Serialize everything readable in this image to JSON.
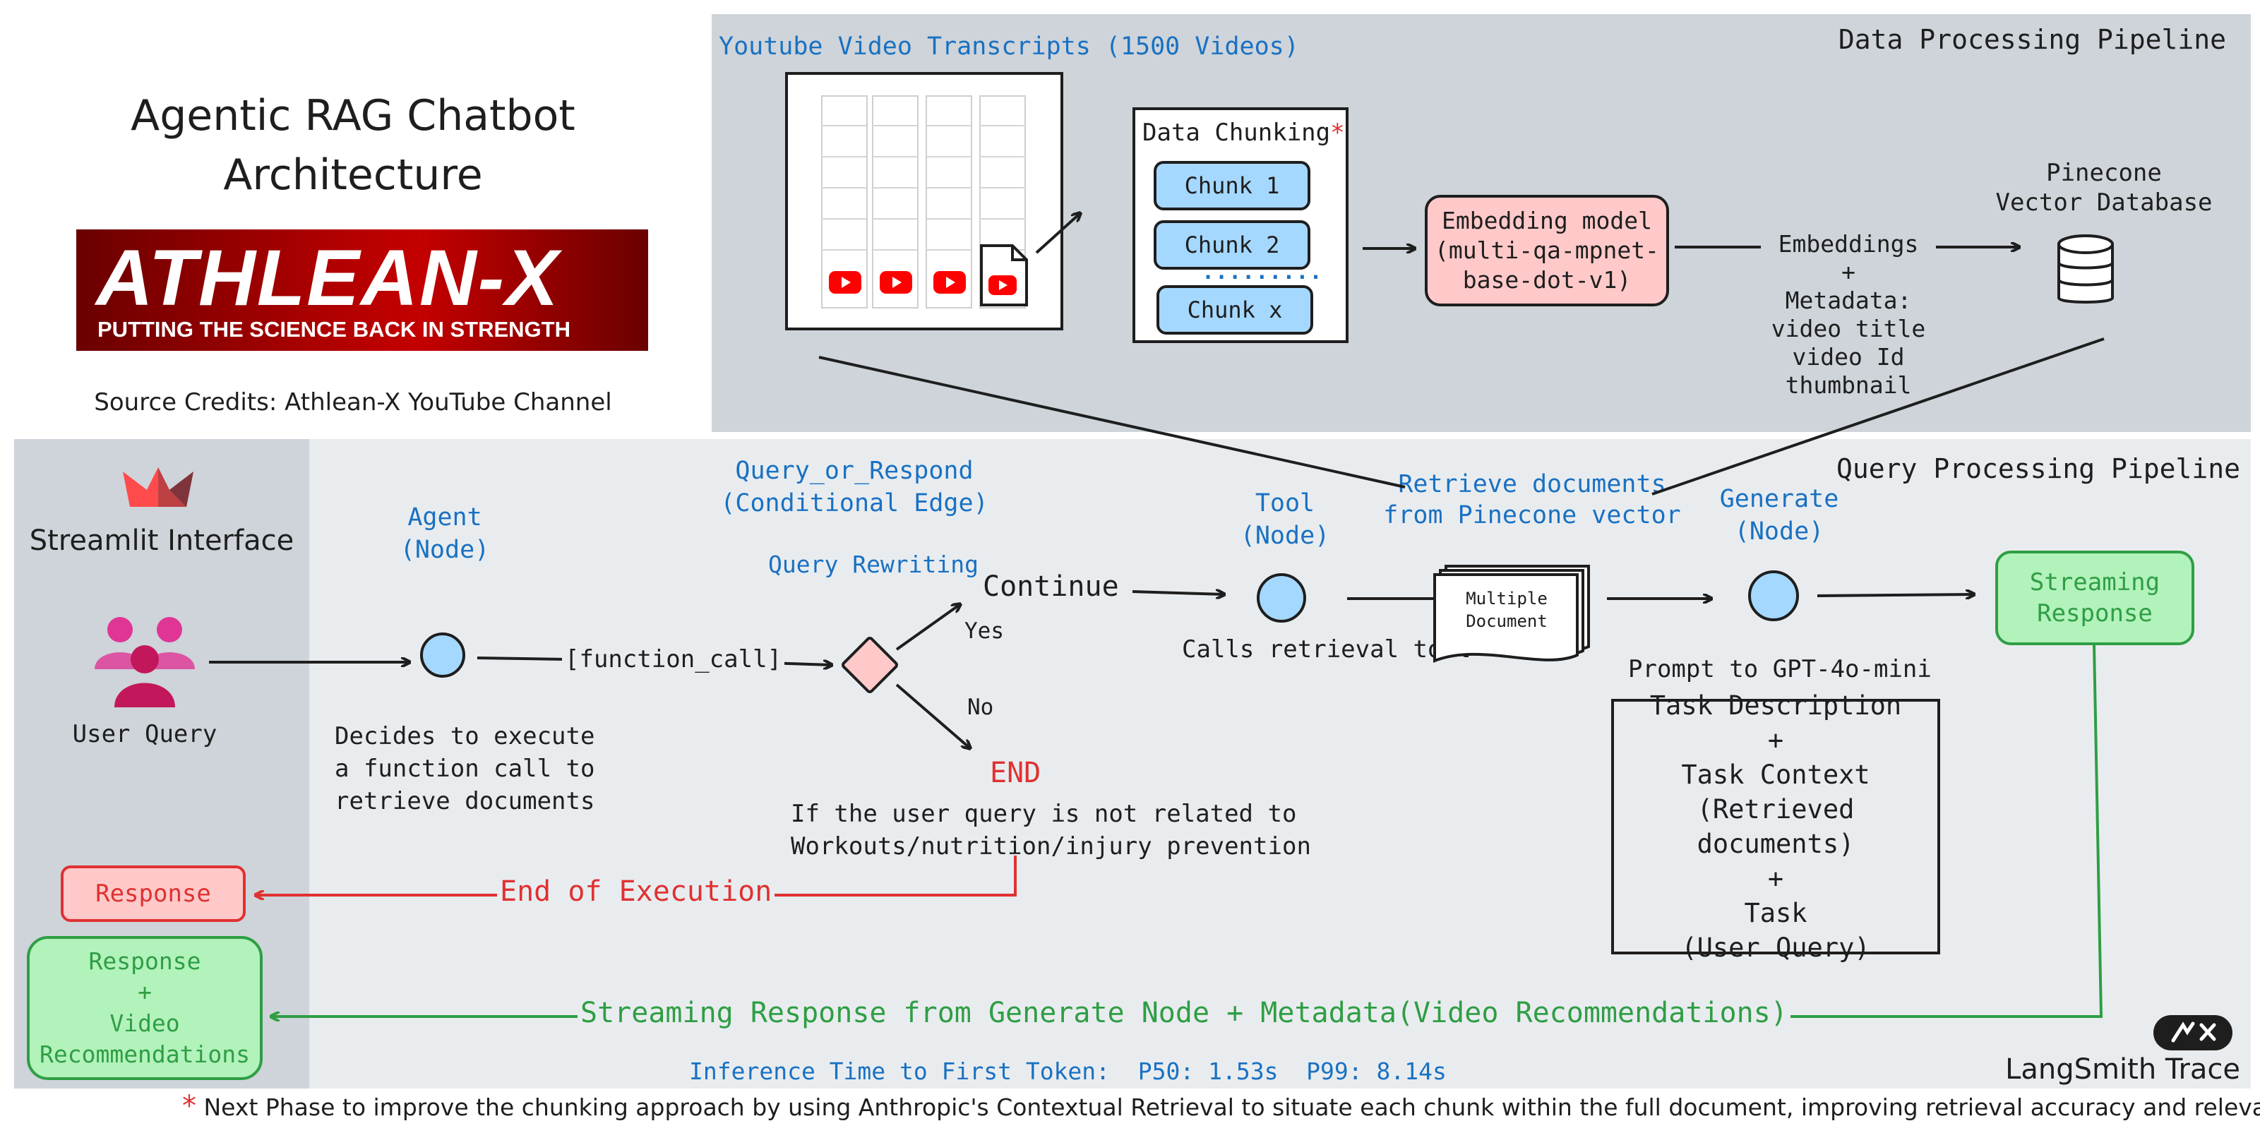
{
  "header": {
    "title_line1": "Agentic RAG Chatbot",
    "title_line2": "Architecture",
    "logo_text": "ATHLEAN-X",
    "logo_tagline": "PUTTING THE SCIENCE BACK IN STRENGTH",
    "source_credits": "Source Credits: Athlean-X YouTube Channel"
  },
  "data_pipeline": {
    "title": "Data Processing Pipeline",
    "transcripts_label": "Youtube Video Transcripts (1500 Videos)",
    "chunking_title": "Data Chunking",
    "chunking_marker": "*",
    "chunks": [
      "Chunk 1",
      "Chunk 2",
      "Chunk x"
    ],
    "chunk_ellipsis": ".........",
    "embedding_model": [
      "Embedding model",
      "(multi-qa-mpnet-",
      "base-dot-v1)"
    ],
    "embeddings_label": [
      "Embeddings",
      "+",
      "Metadata:",
      "video title",
      "video Id",
      "thumbnail"
    ],
    "vector_db_label": [
      "Pinecone",
      "Vector Database"
    ]
  },
  "query_pipeline": {
    "title": "Query Processing Pipeline",
    "retrieve_label": [
      "Retrieve documents",
      "from Pinecone vector"
    ],
    "agent_label": [
      "Agent",
      "(Node)"
    ],
    "agent_desc": [
      "Decides to execute",
      "a function call to",
      "retrieve documents"
    ],
    "function_call": "[function_call]",
    "conditional_label": [
      "Query_or_Respond",
      "(Conditional Edge)"
    ],
    "query_rewriting": "Query Rewriting",
    "continue": "Continue",
    "yes": "Yes",
    "no": "No",
    "end": "END",
    "end_desc": [
      "If the user query is not related to",
      "Workouts/nutrition/injury prevention"
    ],
    "tool_label": [
      "Tool",
      "(Node)"
    ],
    "tool_desc": "Calls retrieval tool",
    "documents": [
      "Multiple",
      "Document"
    ],
    "generate_label": [
      "Generate",
      "(Node)"
    ],
    "prompt_label": "Prompt to GPT-4o-mini",
    "prompt_box": [
      "Task Description",
      "+",
      "Task Context",
      "(Retrieved documents)",
      "+",
      "Task",
      "(User Query)"
    ],
    "streaming_response": [
      "Streaming",
      "Response"
    ],
    "end_of_execution": "End of Execution",
    "response": "Response",
    "final_response": [
      "Response",
      "+",
      "Video",
      "Recommendations"
    ],
    "streaming_from_generate": "Streaming Response from Generate Node + Metadata(Video Recommendations)",
    "inference_time": "Inference Time to First Token:  P50: 1.53s  P99: 8.14s",
    "langsmith": "LangSmith Trace"
  },
  "ui_panel": {
    "title": "Streamlit Interface",
    "user_query": "User Query"
  },
  "footnote": {
    "marker": "*",
    "text": "Next Phase to improve the chunking approach by using Anthropic's Contextual Retrieval to situate each chunk within the full document, improving retrieval accuracy and relevance."
  },
  "colors": {
    "blue_text": "#1971c2",
    "red_text": "#e03131",
    "green_text": "#2f9e44",
    "chunk_fill": "#a5d8ff",
    "embedding_fill": "#ffc9c9",
    "green_fill": "#b2f2bb",
    "node_fill": "#a5d8ff",
    "panel_gray": "#ced4da",
    "panel_light": "#e9ecef"
  }
}
